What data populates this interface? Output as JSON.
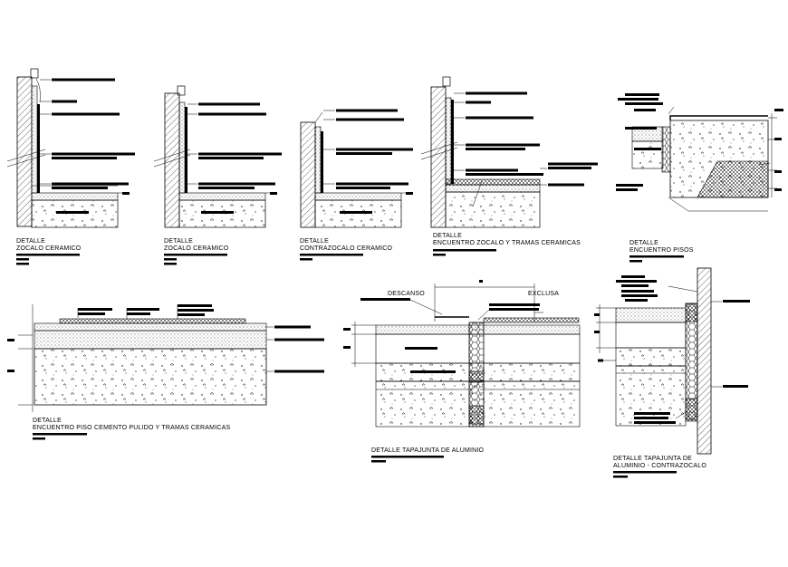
{
  "details": [
    {
      "word": "DETALLE",
      "title": "ZOCALO CERAMICO"
    },
    {
      "word": "DETALLE",
      "title": "ZOCALO CERAMICO"
    },
    {
      "word": "DETALLE",
      "title": "CONTRAZOCALO CERAMICO"
    },
    {
      "word": "DETALLE",
      "title": "ENCUENTRO ZOCALO Y TRAMAS CERAMICAS"
    },
    {
      "word": "DETALLE",
      "title": "ENCUENTRO PISOS"
    },
    {
      "word": "DETALLE",
      "title": "ENCUENTRO PISO CEMENTO PULIDO Y TRAMAS CERAMICAS"
    },
    {
      "word": "",
      "title": "DETALLE TAPAJUNTA DE ALUMINIO"
    },
    {
      "word": "",
      "title": "DETALLE TAPAJUNTA DE",
      "title2": "ALUMINIO - CONTRAZOCALO"
    }
  ],
  "tags": {
    "descanso": "DESCANSO",
    "exclusa": "EXCLUSA"
  },
  "colors": {
    "ink": "#000000",
    "paper": "#ffffff"
  }
}
